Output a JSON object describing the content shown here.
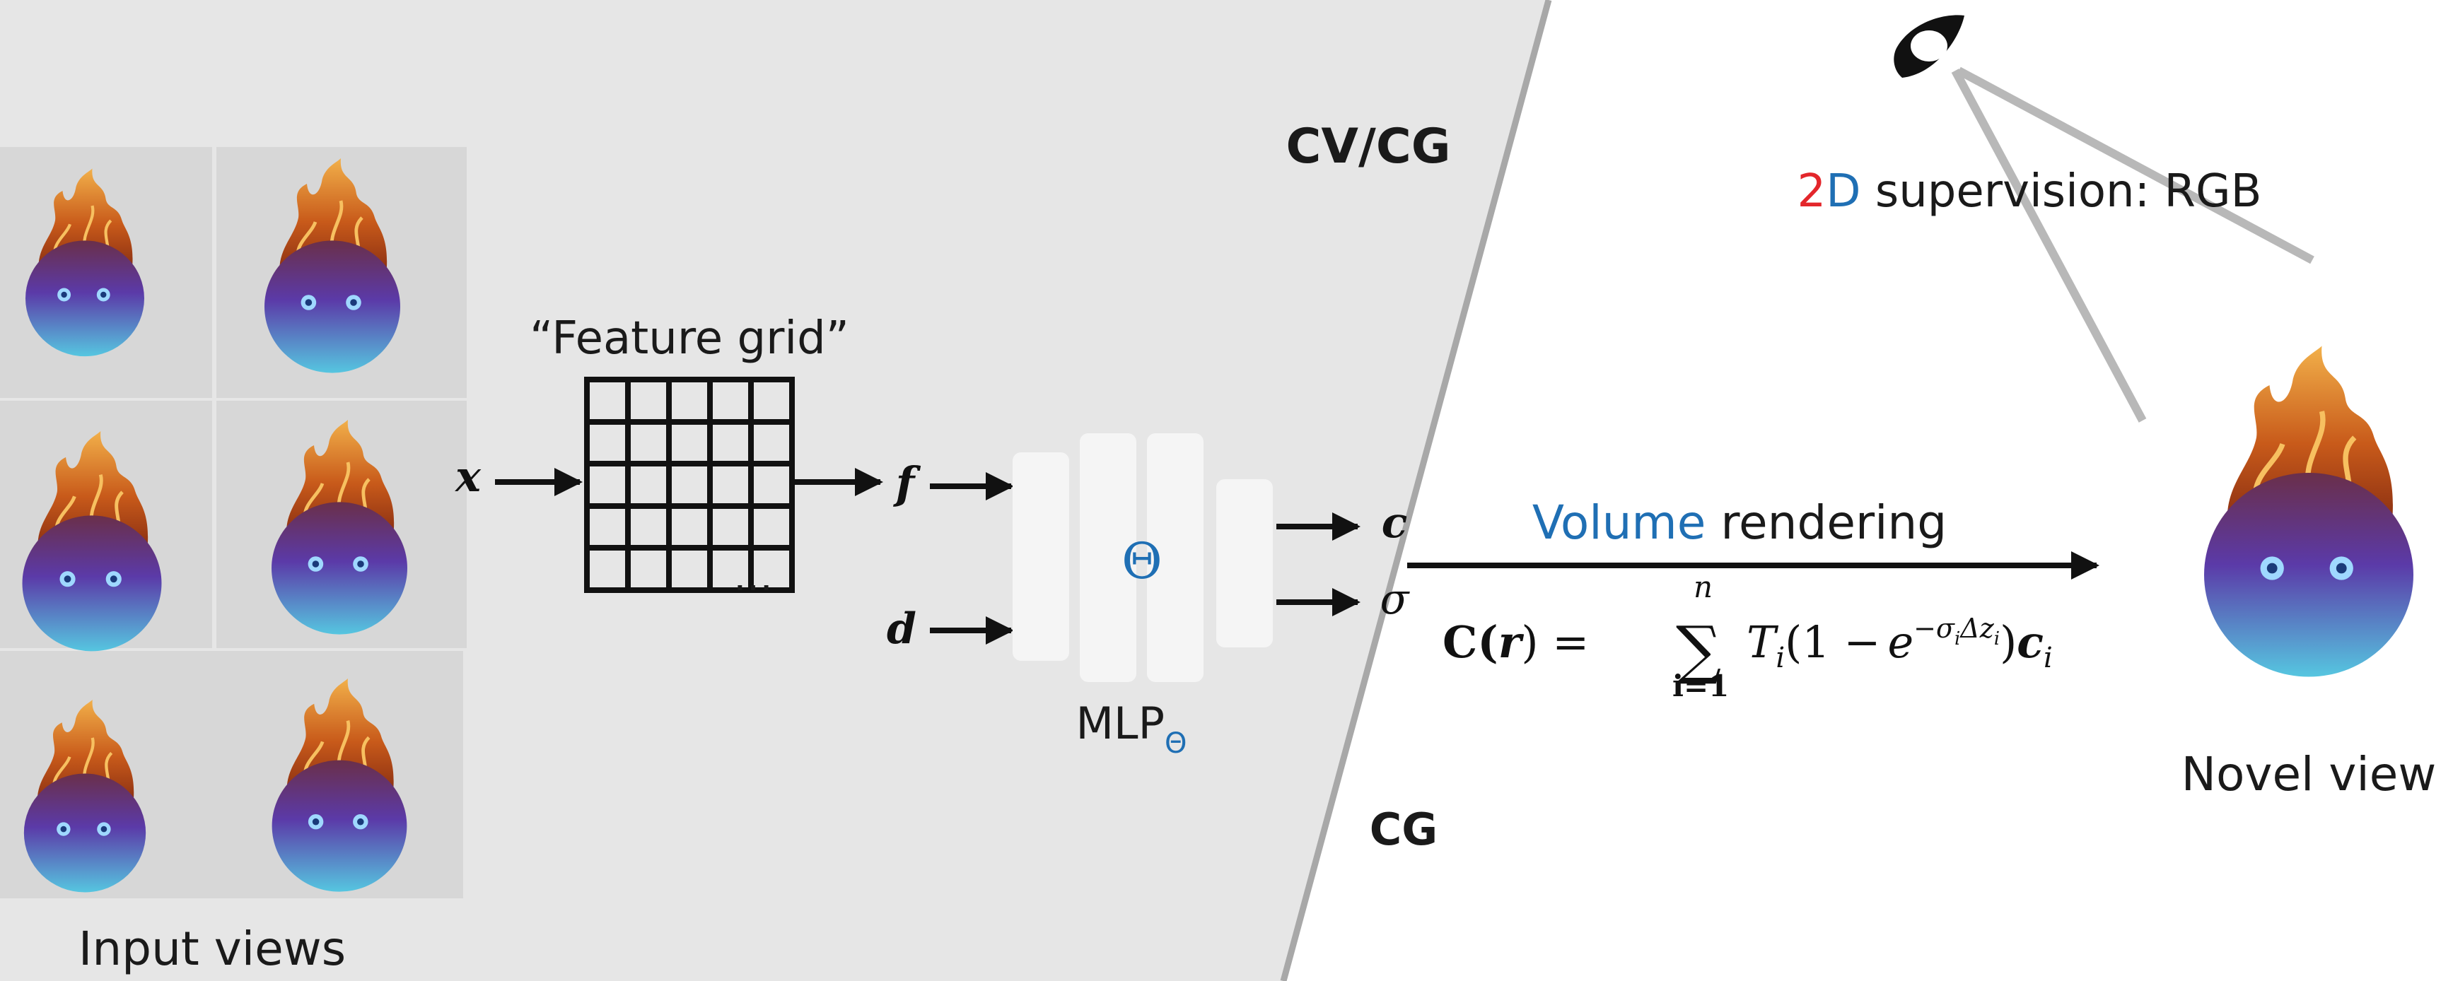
{
  "region_labels": {
    "cv_cg": "CV/CG",
    "cg": "CG"
  },
  "input_views_label": "Input views",
  "feature_grid": {
    "label": "“Feature grid”",
    "ellipsis": "…"
  },
  "inputs": {
    "x": "x",
    "d": "d"
  },
  "feature": "f",
  "mlp": {
    "label": "MLP",
    "subscript": "Θ",
    "theta": "Θ"
  },
  "outputs": {
    "c": "c",
    "sigma": "σ"
  },
  "rendering": {
    "label_highlight": "Volume",
    "label_rest": " rendering",
    "eq": {
      "lhs": "C(",
      "r": "r",
      "rp": ") =",
      "sum": "∑",
      "top": "n",
      "bottom": "i=1",
      "T": "T",
      "i": "i",
      "open": "(1 −",
      "e": "e",
      "exp": "−σ",
      "expsub": "i",
      "delta": "Δz",
      "close": ")",
      "c": "c"
    }
  },
  "supervision": {
    "part1": "2",
    "part2": "D",
    "part3": " supervision: RGB"
  },
  "novel_view_label": "Novel view",
  "colors": {
    "red": "#e3262b",
    "blue": "#1f6fb4",
    "panel": "#e6e6e6",
    "divider": "#a8a8a8"
  },
  "icons": {
    "eye": "eye-icon",
    "character": "fire-character-icon"
  }
}
